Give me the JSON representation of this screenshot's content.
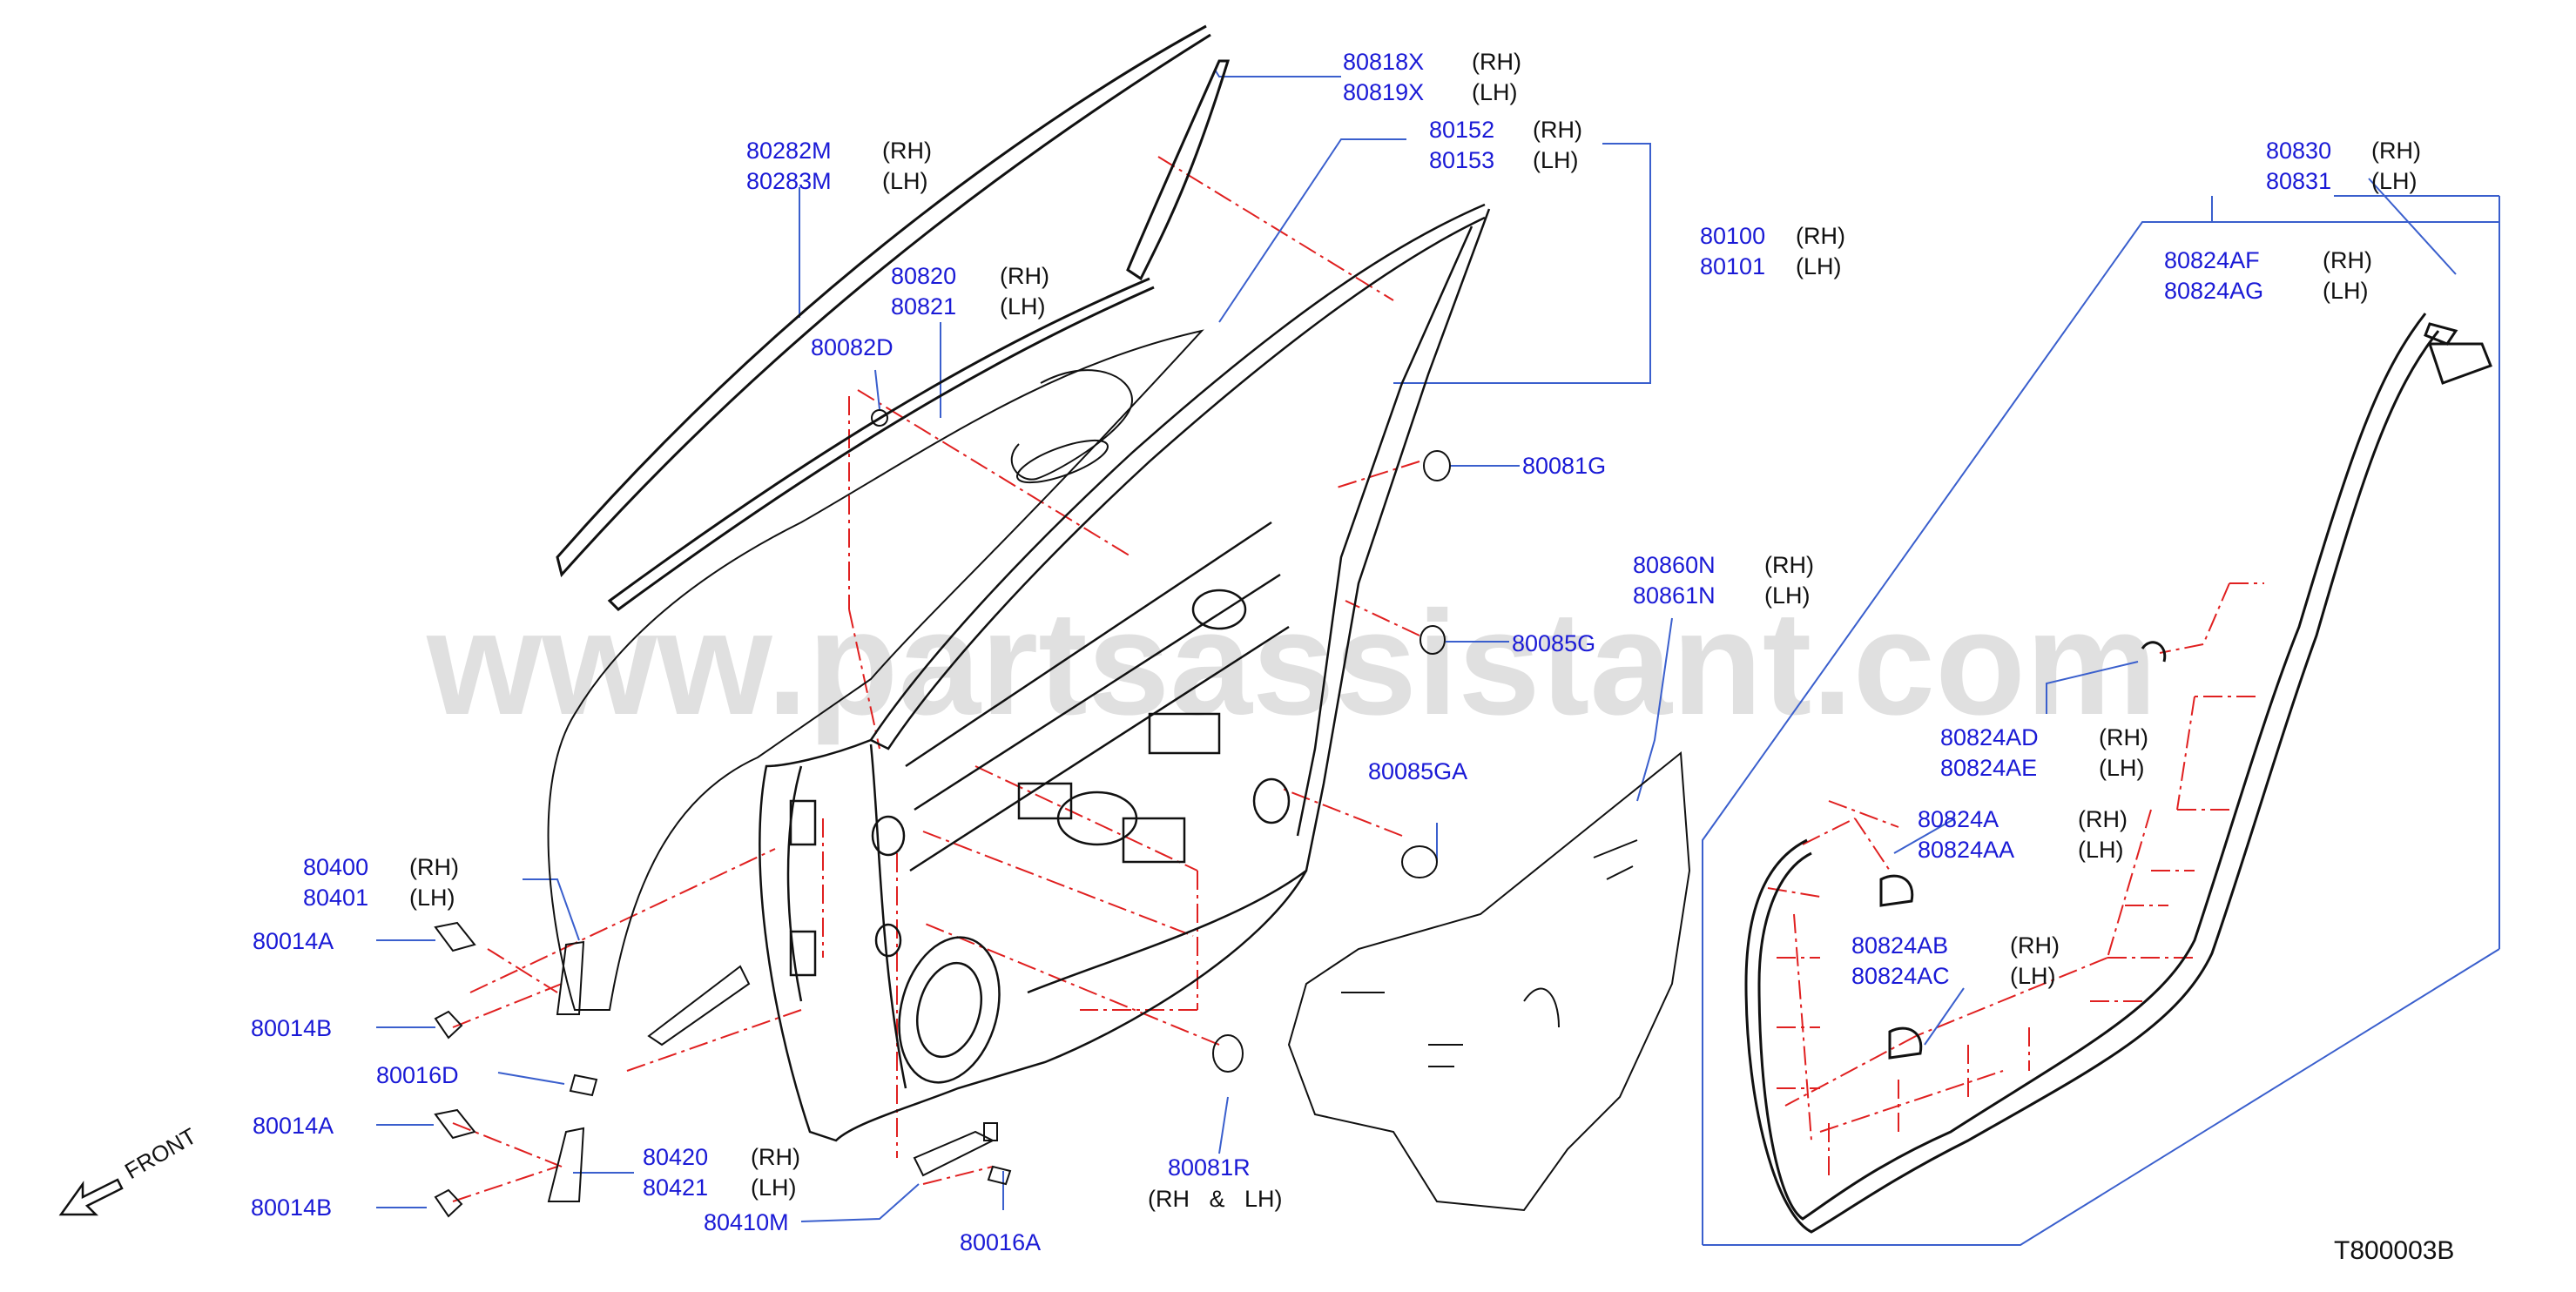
{
  "diagram": {
    "code": "T800003B",
    "watermark": "www.partsassistant.com",
    "front_label": "FRONT",
    "colors": {
      "part_number": "#1a1ad6",
      "leader": "#3a5fcd",
      "phantom": "#e02020",
      "outline": "#111111"
    },
    "callouts": {
      "c80818": {
        "pn1": "80818X",
        "s1": "(RH)",
        "pn2": "80819X",
        "s2": "(LH)"
      },
      "c80282": {
        "pn1": "80282M",
        "s1": "(RH)",
        "pn2": "80283M",
        "s2": "(LH)"
      },
      "c80152": {
        "pn1": "80152",
        "s1": "(RH)",
        "pn2": "80153",
        "s2": "(LH)"
      },
      "c80100": {
        "pn1": "80100",
        "s1": "(RH)",
        "pn2": "80101",
        "s2": "(LH)"
      },
      "c80820": {
        "pn1": "80820",
        "s1": "(RH)",
        "pn2": "80821",
        "s2": "(LH)"
      },
      "c80082": {
        "pn1": "80082D"
      },
      "c80081g": {
        "pn1": "80081G"
      },
      "c80085g": {
        "pn1": "80085G"
      },
      "c80085ga": {
        "pn1": "80085GA"
      },
      "c80860": {
        "pn1": "80860N",
        "s1": "(RH)",
        "pn2": "80861N",
        "s2": "(LH)"
      },
      "c80830": {
        "pn1": "80830",
        "s1": "(RH)",
        "pn2": "80831",
        "s2": "(LH)"
      },
      "c80824af": {
        "pn1": "80824AF",
        "s1": "(RH)",
        "pn2": "80824AG",
        "s2": "(LH)"
      },
      "c80824ad": {
        "pn1": "80824AD",
        "s1": "(RH)",
        "pn2": "80824AE",
        "s2": "(LH)"
      },
      "c80824a": {
        "pn1": "80824A",
        "s1": "(RH)",
        "pn2": "80824AA",
        "s2": "(LH)"
      },
      "c80824ab": {
        "pn1": "80824AB",
        "s1": "(RH)",
        "pn2": "80824AC",
        "s2": "(LH)"
      },
      "c80400": {
        "pn1": "80400",
        "s1": "(RH)",
        "pn2": "80401",
        "s2": "(LH)"
      },
      "c80014a1": {
        "pn1": "80014A"
      },
      "c80014b1": {
        "pn1": "80014B"
      },
      "c80016d": {
        "pn1": "80016D"
      },
      "c80014a2": {
        "pn1": "80014A"
      },
      "c80014b2": {
        "pn1": "80014B"
      },
      "c80420": {
        "pn1": "80420",
        "s1": "(RH)",
        "pn2": "80421",
        "s2": "(LH)"
      },
      "c80410": {
        "pn1": "80410M"
      },
      "c80016a": {
        "pn1": "80016A"
      },
      "c80081r": {
        "pn1": "80081R",
        "s1": "(RH   &   LH)"
      }
    }
  }
}
